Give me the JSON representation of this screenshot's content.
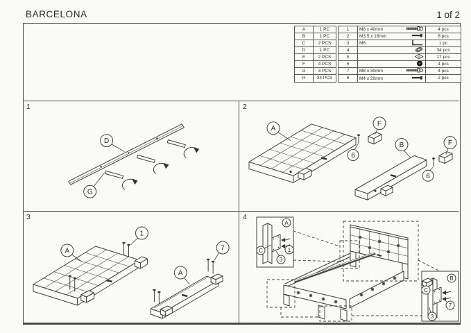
{
  "header": {
    "title": "BARCELONA",
    "page": "1 of 2"
  },
  "colors": {
    "paper": "#fafaf8",
    "ink": "#3d3d3d"
  },
  "parts_table": {
    "rows": [
      {
        "part": "A",
        "qty": "1 PC"
      },
      {
        "part": "B",
        "qty": "1 PC"
      },
      {
        "part": "C",
        "qty": "2 PCS"
      },
      {
        "part": "D",
        "qty": "1 PC"
      },
      {
        "part": "E",
        "qty": "2 PCS"
      },
      {
        "part": "F",
        "qty": "4 PCS"
      },
      {
        "part": "G",
        "qty": "3 PCS"
      },
      {
        "part": "H",
        "qty": "34 PCS"
      }
    ]
  },
  "hardware_table": {
    "rows": [
      {
        "num": "1",
        "spec": "M8 x 40mm",
        "icon": "bolt-icon",
        "qty": "4 pcs"
      },
      {
        "num": "2",
        "spec": "M3.5 x 16mm",
        "icon": "screw-icon",
        "qty": "8 pcs"
      },
      {
        "num": "3",
        "spec": "M6",
        "icon": "allen-key-icon",
        "qty": "1 pc"
      },
      {
        "num": "4",
        "spec": "",
        "icon": "washer-icon",
        "qty": "34 pcs"
      },
      {
        "num": "5",
        "spec": "",
        "icon": "washer-outline-icon",
        "qty": "17 pcs"
      },
      {
        "num": "6",
        "spec": "",
        "icon": "cap-icon",
        "qty": "4 pcs"
      },
      {
        "num": "7",
        "spec": "M8 x 30mm",
        "icon": "bolt-icon",
        "qty": "4 pcs"
      },
      {
        "num": "8",
        "spec": "M4 x 20mm",
        "icon": "screw-icon",
        "qty": "2 pcs"
      }
    ]
  },
  "panels": {
    "p1": {
      "num": "1",
      "labels": {
        "rail": "D",
        "leg": "G"
      }
    },
    "p2": {
      "num": "2",
      "labels": {
        "panel": "A",
        "rail": "B",
        "block": "F",
        "screw": "6"
      }
    },
    "p3": {
      "num": "3",
      "labels": {
        "panel": "A",
        "rail": "A",
        "bolt_head": "1",
        "bolt_rail": "7"
      }
    },
    "p4": {
      "num": "4",
      "inset_head": {
        "panel": "A",
        "bracket": "C",
        "bolt": "1",
        "tool": "3"
      },
      "inset_foot": {
        "rail": "B",
        "bracket": "C",
        "bolt": "7",
        "tool": "3"
      }
    }
  }
}
